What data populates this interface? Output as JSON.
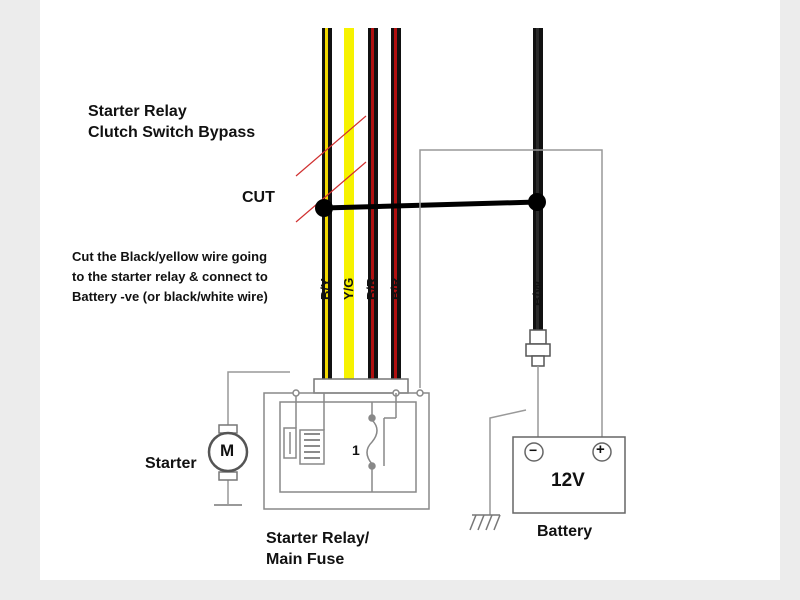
{
  "labels": {
    "title_line1": "Starter Relay",
    "title_line2": "Clutch Switch Bypass",
    "cut": "CUT",
    "instruction_line1": "Cut the Black/yellow wire going",
    "instruction_line2": "to the starter relay & connect to",
    "instruction_line3": "Battery -ve (or black/white wire)",
    "starter": "Starter",
    "starter_symbol": "M",
    "relay_line1": "Starter Relay/",
    "relay_line2": "Main Fuse",
    "relay_number": "1",
    "battery": "Battery",
    "battery_voltage": "12V",
    "battery_negative": "−",
    "battery_positive": "+"
  },
  "wires": [
    {
      "code": "B/Y",
      "colors": [
        "#111111",
        "#f2d800"
      ]
    },
    {
      "code": "Y/G",
      "colors": [
        "#f6f200",
        "#f6f200"
      ]
    },
    {
      "code": "B/R",
      "colors": [
        "#111111",
        "#b01010"
      ]
    },
    {
      "code": "B/R",
      "colors": [
        "#111111",
        "#b01010"
      ]
    },
    {
      "code": "B/W",
      "colors": [
        "#111111",
        "#111111"
      ]
    }
  ],
  "colors": {
    "cut_marks": "#d03030",
    "outline": "#888888",
    "bypass_wire": "#000000"
  }
}
